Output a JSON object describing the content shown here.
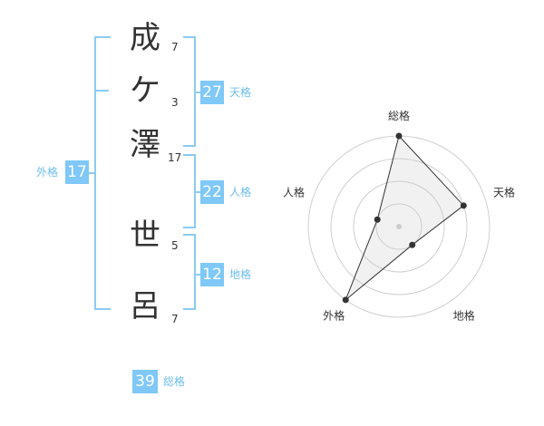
{
  "name_chars": [
    {
      "char": "成",
      "strokes": "7"
    },
    {
      "char": "ケ",
      "strokes": "3"
    },
    {
      "char": "澤",
      "strokes": "17"
    },
    {
      "char": "世",
      "strokes": "5"
    },
    {
      "char": "呂",
      "strokes": "7"
    }
  ],
  "fortune": {
    "tenkaku": {
      "value": "27",
      "label": "天格"
    },
    "jinkaku": {
      "value": "22",
      "label": "人格"
    },
    "chikaku": {
      "value": "12",
      "label": "地格"
    },
    "gaikaku": {
      "value": "17",
      "label": "外格"
    },
    "soukaku": {
      "value": "39",
      "label": "総格"
    }
  },
  "colors": {
    "accent": "#7fc8f8",
    "bracket": "#8ccaf4"
  },
  "chart_data": {
    "type": "radar",
    "axes": [
      "総格",
      "天格",
      "地格",
      "外格",
      "人格"
    ],
    "values": [
      4,
      3,
      1,
      4,
      1
    ],
    "max": 4,
    "rings": 4
  }
}
